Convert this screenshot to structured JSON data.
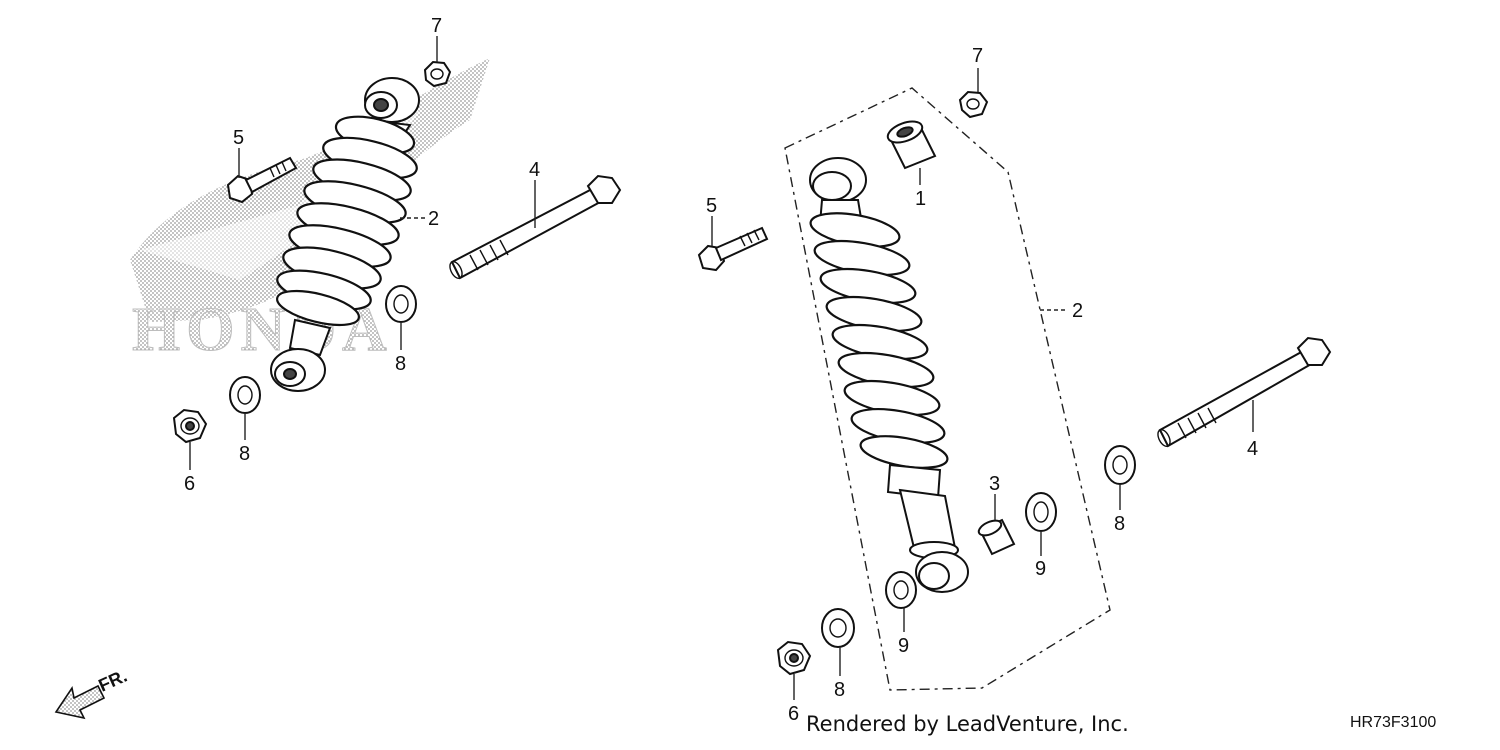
{
  "brand_watermark": "HONDA",
  "front_indicator": "FR.",
  "credit_text": "Rendered by LeadVenture, Inc.",
  "diagram_code": "HR73F3100",
  "left_assembly": {
    "callouts": [
      "7",
      "5",
      "2",
      "4",
      "8",
      "8",
      "6"
    ]
  },
  "right_assembly": {
    "callouts": [
      "7",
      "1",
      "5",
      "2",
      "4",
      "3",
      "9",
      "8",
      "9",
      "8",
      "6"
    ]
  }
}
